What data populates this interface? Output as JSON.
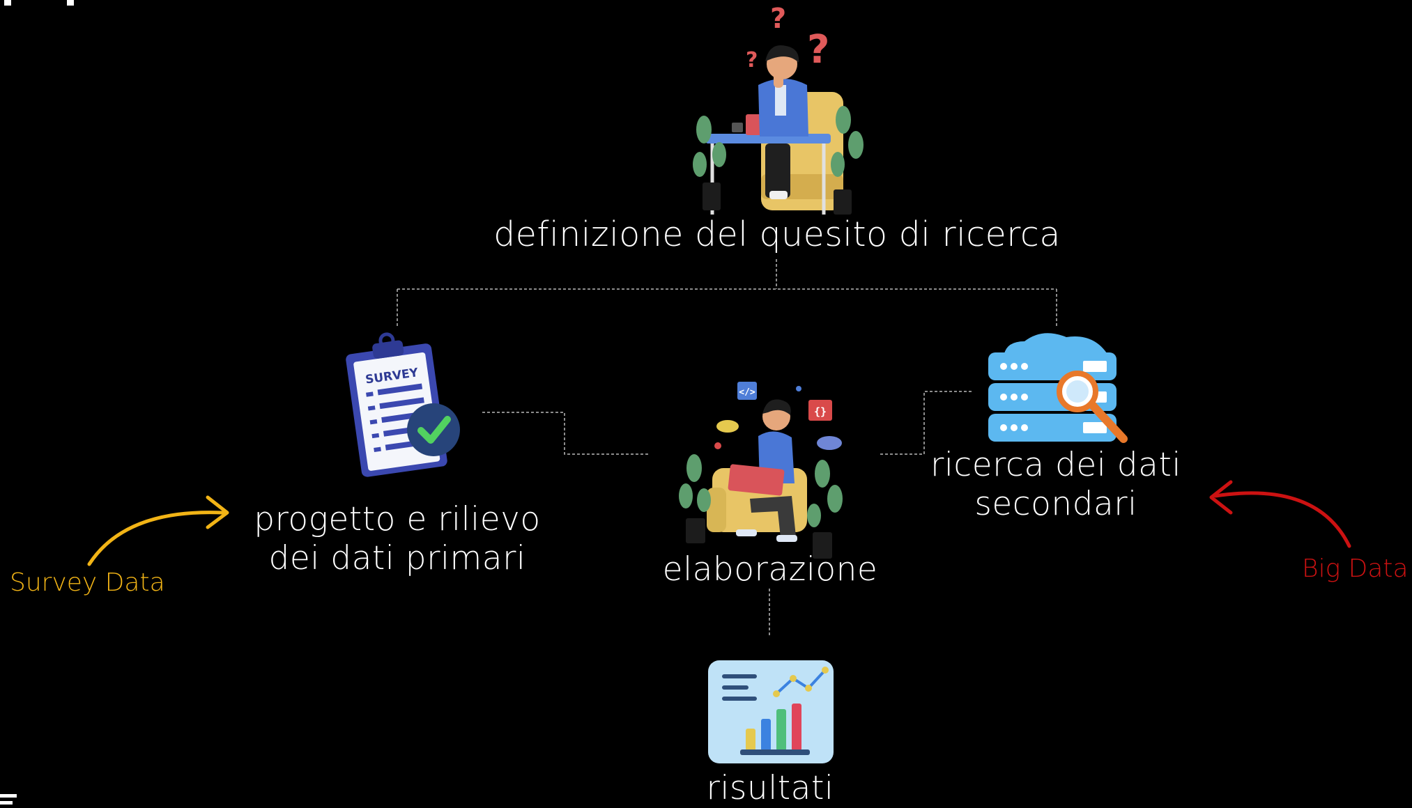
{
  "nodes": {
    "research_question": {
      "label": "definizione del quesito di ricerca"
    },
    "primary_data": {
      "line1": "progetto e rilievo",
      "line2": "dei dati primari",
      "badge": "SURVEY"
    },
    "processing": {
      "label": "elaborazione"
    },
    "secondary_data": {
      "line1": "ricerca dei dati",
      "line2": "secondari"
    },
    "results": {
      "label": "risultati"
    }
  },
  "sources": {
    "survey": {
      "label": "Survey Data",
      "color": "#f2b416"
    },
    "big_data": {
      "label": "Big Data",
      "color": "#cc1212"
    }
  },
  "icons": {
    "question_person": "thinking-person-at-desk-icon",
    "survey": "survey-clipboard-icon",
    "processing": "person-with-laptop-icon",
    "database": "database-search-icon",
    "results": "results-chart-icon",
    "code": "code-tag-icon",
    "braces": "curly-braces-icon"
  },
  "colors": {
    "background": "#000000",
    "text": "#ffffff",
    "connector": "#bbbbbb"
  }
}
